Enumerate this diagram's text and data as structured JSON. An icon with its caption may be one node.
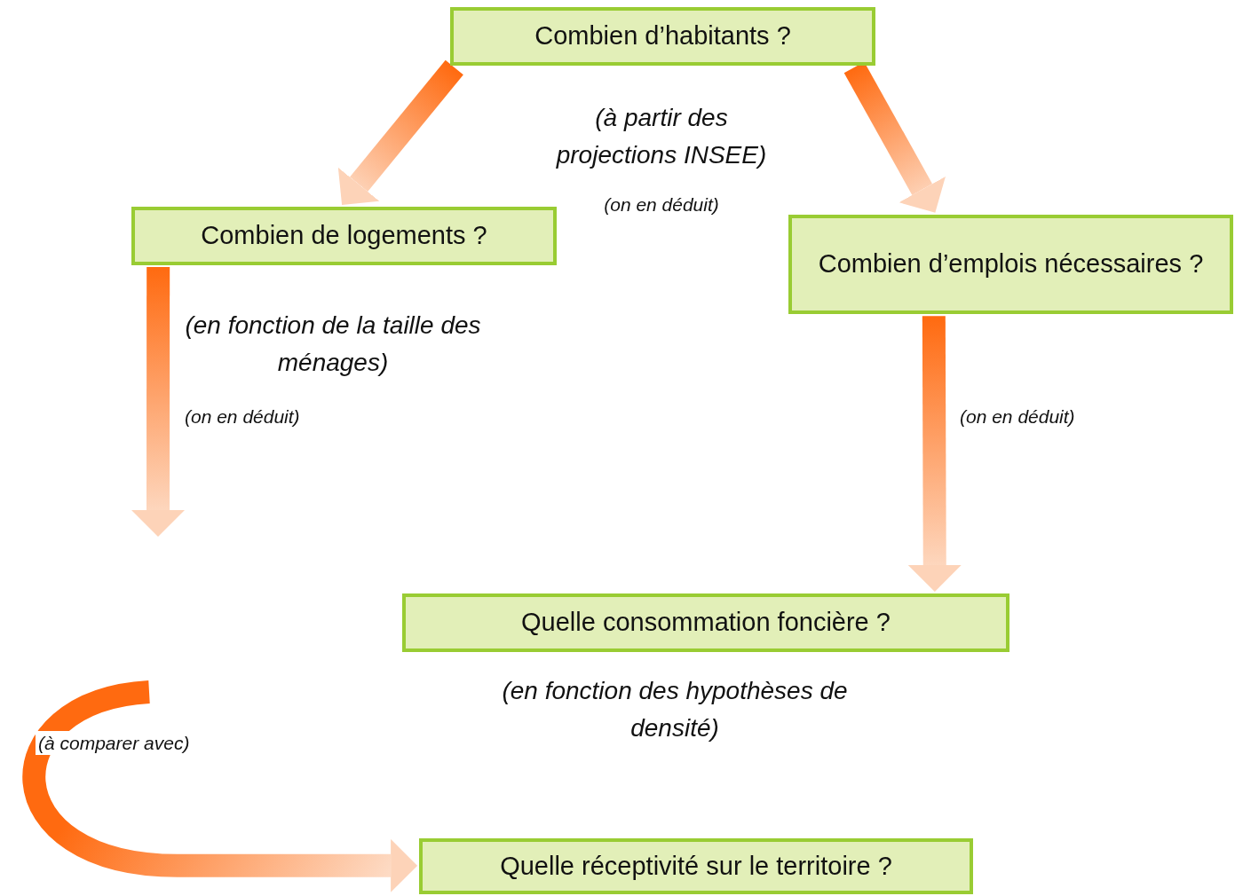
{
  "diagram": {
    "nodes": [
      {
        "text": [
          "Combien d’habitants ?"
        ],
        "beside": [
          "(à partir des projections INSEE)"
        ]
      },
      {
        "text": [
          "Combien de logements ?"
        ],
        "beside": [
          "(en fonction de la taille des ménages)"
        ]
      },
      {
        "text": [
          "Combien d’emplois nécessaires ?"
        ]
      },
      {
        "text": [
          "Quelle consommation foncière ?"
        ],
        "beside": [
          "(en fonction des hypothèses de densité)"
        ]
      },
      {
        "text": [
          "Quelle réceptivité sur le territoire ?"
        ]
      }
    ],
    "edges": [
      {
        "from": 0,
        "to": 1,
        "arrow": "to",
        "style": "thick"
      },
      {
        "from": 0,
        "to": 2,
        "arrow": "to",
        "style": "thick"
      },
      {
        "from": 1,
        "to": null,
        "arrow": "to",
        "style": "thick",
        "label": "(on en déduit)"
      },
      {
        "from": 2,
        "to": 3,
        "arrow": "to",
        "style": "thick",
        "label": "(on en déduit)"
      },
      {
        "from": null,
        "to": 4,
        "arrow": "to",
        "style": "thick",
        "label": "(à comparer avec)"
      }
    ],
    "labels": [
      "(on en déduit)"
    ]
  }
}
